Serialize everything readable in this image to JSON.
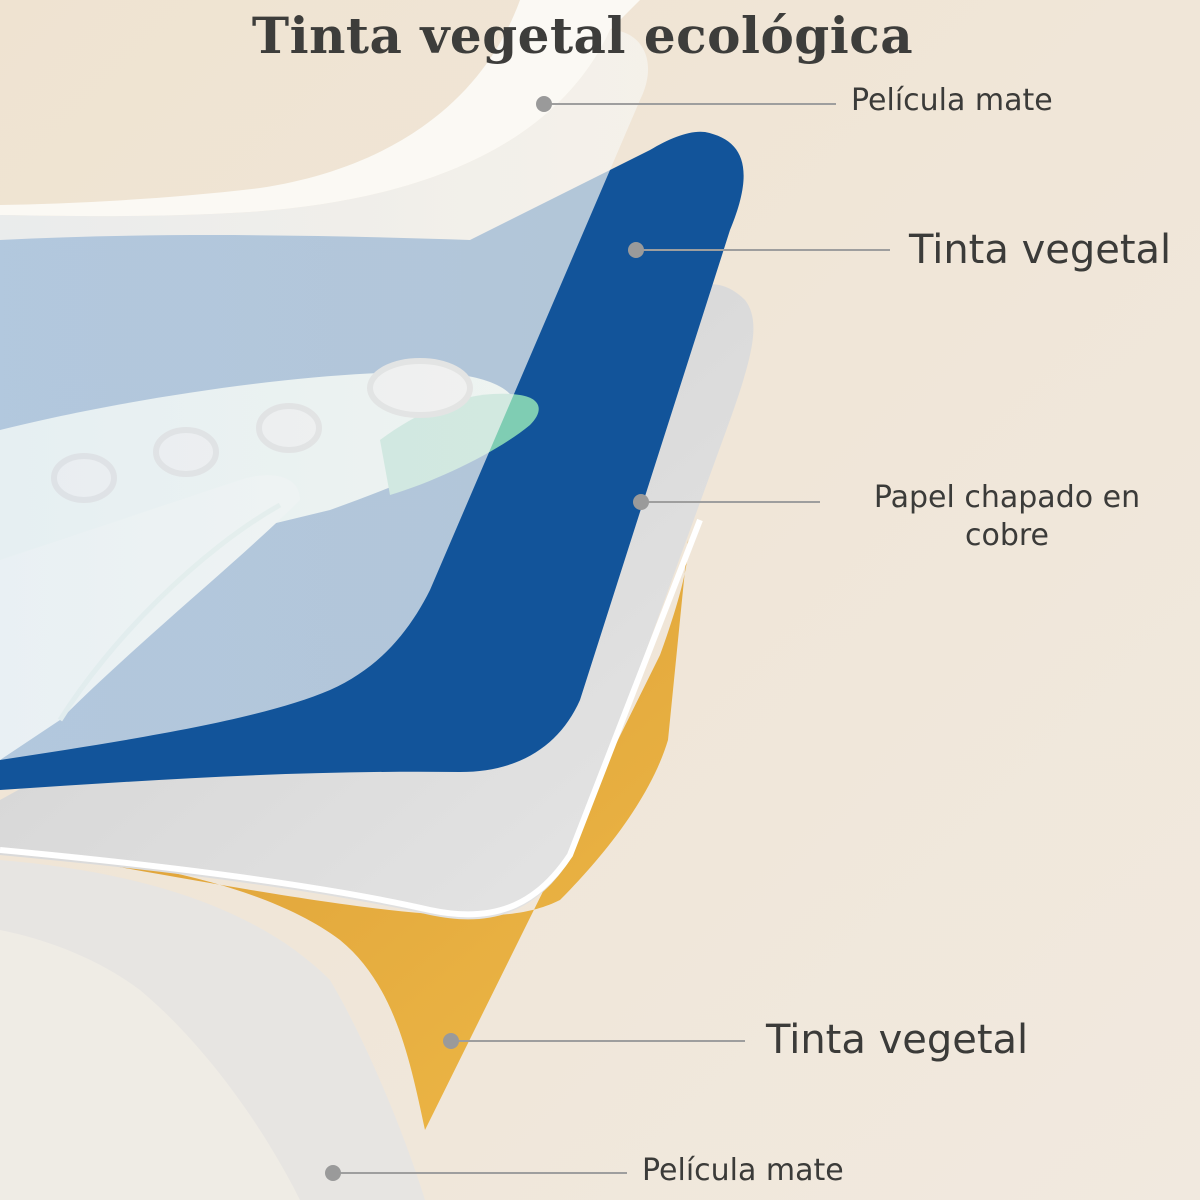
{
  "title": "Tinta vegetal ecológica",
  "layers": [
    {
      "id": "top-film",
      "label": "Película mate",
      "color": "#f4f1ea"
    },
    {
      "id": "top-ink",
      "label": "Tinta vegetal",
      "color": "#11549a"
    },
    {
      "id": "paper",
      "label": "Papel chapado en cobre",
      "color": "#dedede"
    },
    {
      "id": "bottom-ink",
      "label": "Tinta vegetal",
      "color": "#e3aa3e"
    },
    {
      "id": "bottom-film",
      "label": "Película mate",
      "color": "#e9e6e1"
    }
  ],
  "colors": {
    "background": "#efe5d8",
    "leader_line": "#9e9e9e",
    "marker": "#9a9a9a",
    "text": "#3b3b39"
  }
}
